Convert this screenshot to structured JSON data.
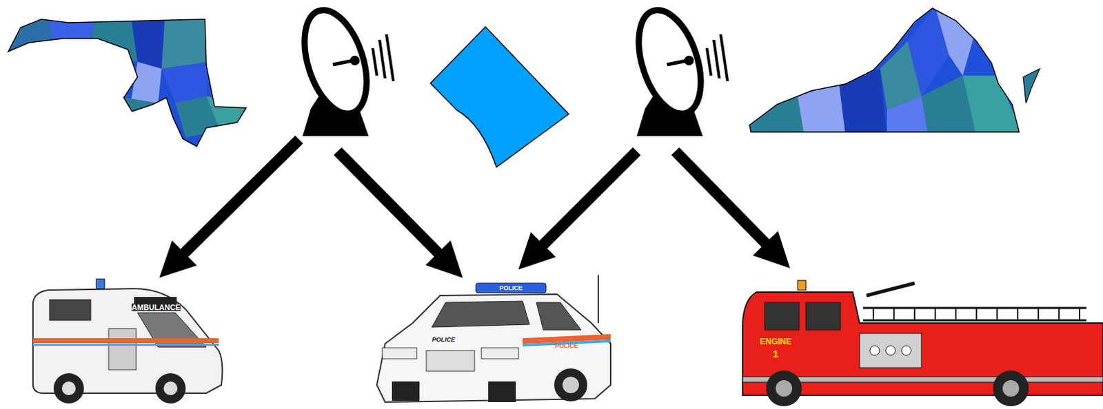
{
  "diagram": {
    "labels": [
      "AMBULANCE",
      "POLICE",
      "POLICE",
      "POLICE",
      "ENGINE",
      "1"
    ]
  }
}
